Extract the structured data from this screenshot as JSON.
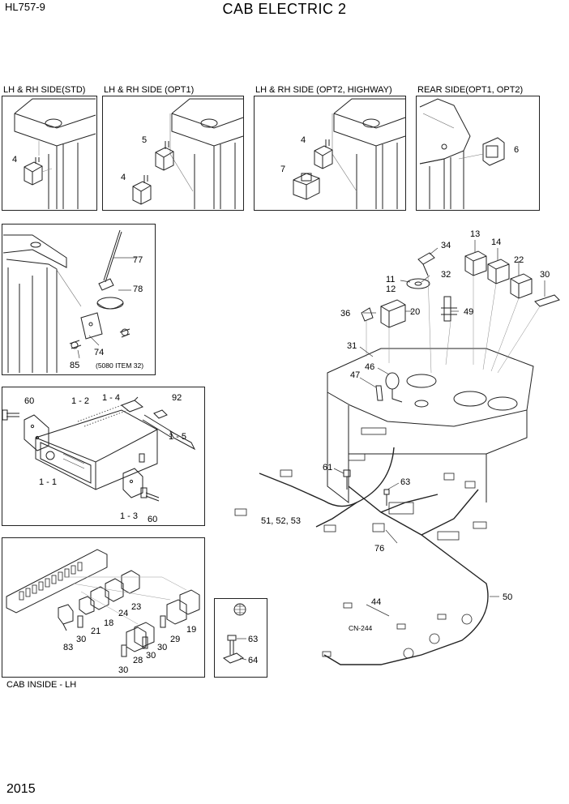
{
  "header": {
    "model": "HL757-9",
    "title": "CAB ELECTRIC 2"
  },
  "page_number": "2015",
  "panels": {
    "std": {
      "caption": "LH & RH SIDE(STD)"
    },
    "opt1": {
      "caption": "LH & RH SIDE (OPT1)"
    },
    "opt2": {
      "caption": "LH & RH SIDE (OPT2, HIGHWAY)"
    },
    "rear": {
      "caption": "REAR SIDE(OPT1, OPT2)"
    },
    "antenna": {
      "note": "(5080 ITEM 32)"
    },
    "cab_inside": {
      "caption": "CAB INSIDE - LH"
    }
  },
  "labels": {
    "p4a": "4",
    "p5": "5",
    "p4b": "4",
    "p4c": "4",
    "p7": "7",
    "p6": "6",
    "p77": "77",
    "p78": "78",
    "p74": "74",
    "p85": "85",
    "p60a": "60",
    "p1_2": "1 - 2",
    "p1_4": "1 - 4",
    "p92": "92",
    "p1_5": "1 - 5",
    "p1_1": "1 - 1",
    "p1_3": "1 - 3",
    "p60b": "60",
    "p24": "24",
    "p23": "23",
    "p18": "18",
    "p21": "21",
    "p83": "83",
    "p30a": "30",
    "p19": "19",
    "p29": "29",
    "p30b": "30",
    "p30c": "30",
    "p28": "28",
    "p30d": "30",
    "p63b": "63",
    "p64": "64",
    "p34": "34",
    "p13": "13",
    "p14": "14",
    "p22": "22",
    "p30e": "30",
    "p11": "11",
    "p12": "12",
    "p32": "32",
    "p36": "36",
    "p20": "20",
    "p49": "49",
    "p31": "31",
    "p46": "46",
    "p47": "47",
    "p61": "61",
    "p63a": "63",
    "p51": "51, 52, 53",
    "p76": "76",
    "p50": "50",
    "p44": "44",
    "cn244": "CN-244"
  }
}
